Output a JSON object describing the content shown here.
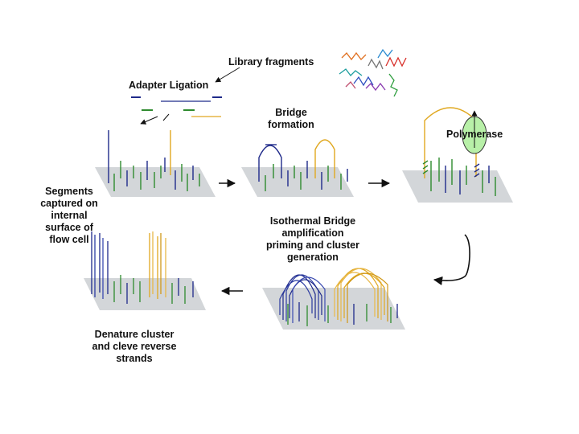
{
  "labels": {
    "library_fragments": "Library fragments",
    "adapter_ligation": "Adapter Ligation",
    "bridge_formation_1": "Bridge",
    "bridge_formation_2": "formation",
    "polymerase": "Polymerase",
    "segments_1": "Segments",
    "segments_2": "captured on",
    "segments_3": "internal",
    "segments_4": "surface of",
    "segments_5": "flow cell",
    "isothermal_1": "Isothermal Bridge",
    "isothermal_2": "amplification",
    "isothermal_3": "priming and cluster",
    "isothermal_4": "generation",
    "denature_1": "Denature cluster",
    "denature_2": "and cleve reverse",
    "denature_3": "strands"
  },
  "colors": {
    "surface": "#d3d6d9",
    "strand_blue": "#1f2a8a",
    "strand_green": "#2e8b2e",
    "strand_yellow": "#e0a820",
    "polymerase_fill": "#b8f0a8",
    "arrow": "#111111"
  }
}
